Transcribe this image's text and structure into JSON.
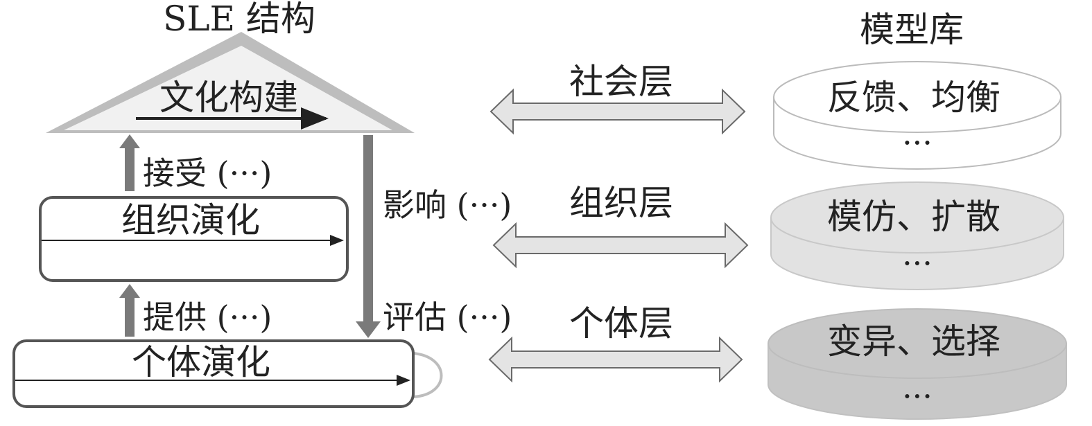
{
  "left": {
    "title": "SLE 结构",
    "culture_label": "文化构建",
    "org_label": "组织演化",
    "indiv_label": "个体演化",
    "accept_label": "接受 (···)",
    "provide_label": "提供 (···)",
    "influence_label": "影响 (···)",
    "evaluate_label": "评估 (···)"
  },
  "layers": {
    "social": "社会层",
    "org": "组织层",
    "indiv": "个体层"
  },
  "library": {
    "title": "模型库",
    "disks": [
      {
        "label": "反馈、均衡",
        "more": "···"
      },
      {
        "label": "模仿、扩散",
        "more": "···"
      },
      {
        "label": "变异、选择",
        "more": "···"
      }
    ]
  },
  "colors": {
    "disk1": "#ffffff",
    "disk2": "#e2e2e2",
    "disk3": "#c8c8c8",
    "arrow_fill": "#e4e4e4",
    "vertical_arrow": "#7a7a7a"
  }
}
